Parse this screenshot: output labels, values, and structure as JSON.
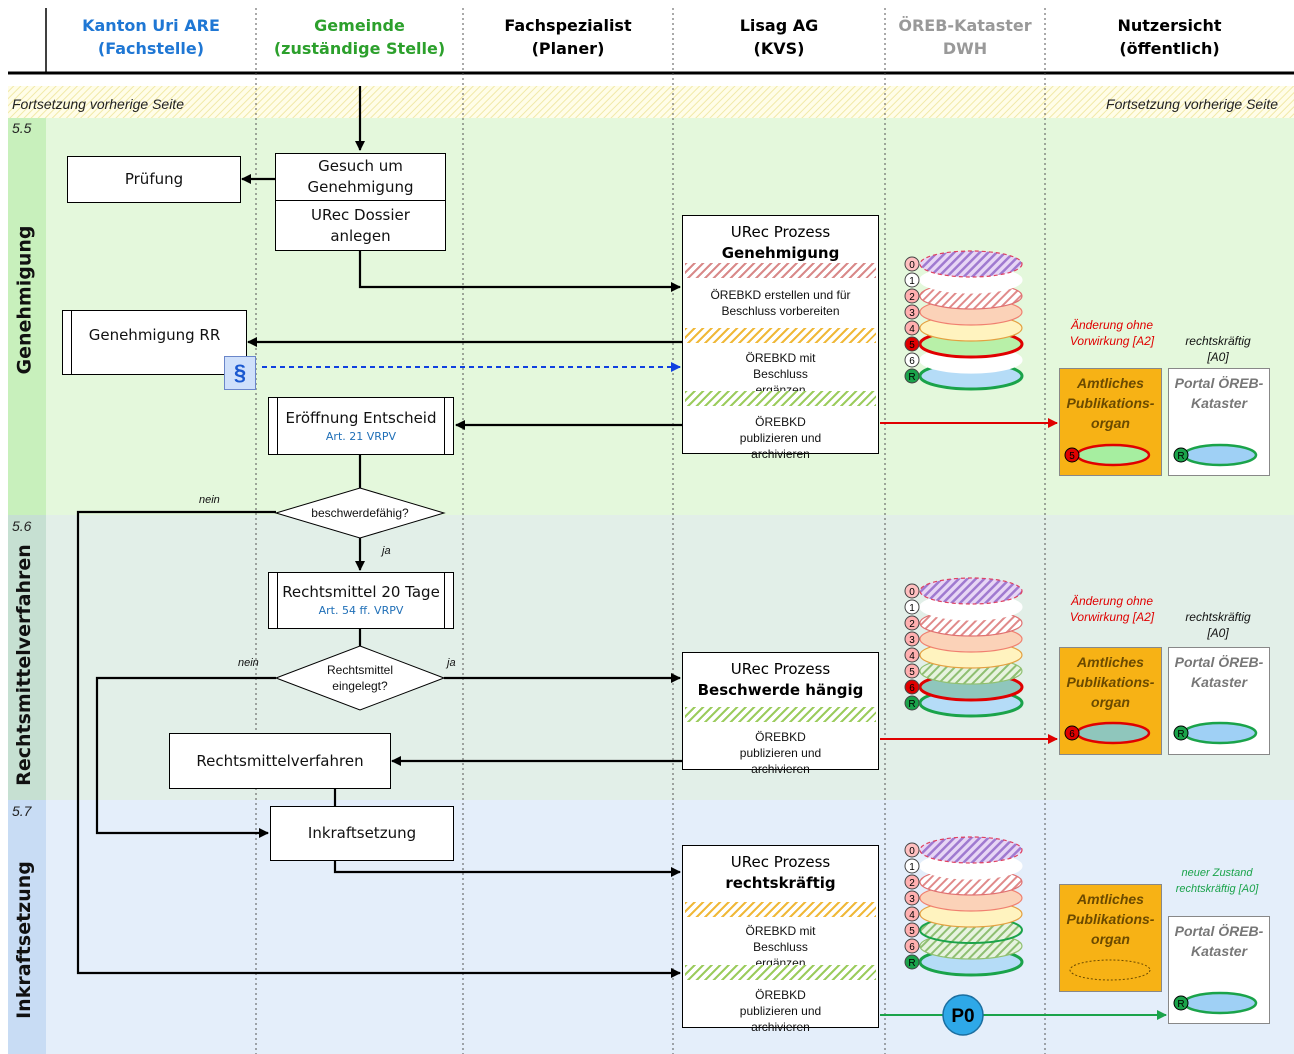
{
  "lanes": [
    {
      "line1": "Kanton Uri ARE",
      "line2": "(Fachstelle)",
      "color": "#1f77d4"
    },
    {
      "line1": "Gemeinde",
      "line2": "(zuständige Stelle)",
      "color": "#2ca02c"
    },
    {
      "line1": "Fachspezialist",
      "line2": "(Planer)",
      "color": "#111111"
    },
    {
      "line1": "Lisag AG",
      "line2": "(KVS)",
      "color": "#111111"
    },
    {
      "line1": "ÖREB-Kataster",
      "line2": "DWH",
      "color": "#999999"
    },
    {
      "line1": "Nutzersicht",
      "line2": "(öffentlich)",
      "color": "#111111"
    }
  ],
  "continuation": {
    "left": "Fortsetzung vorherige Seite",
    "right": "Fortsetzung vorherige Seite"
  },
  "sections": [
    {
      "num": "5.5",
      "name": "Genehmigung",
      "color": "#e4f8dc"
    },
    {
      "num": "5.6",
      "name": "Rechtsmittelverfahren",
      "color": "#e2efe8"
    },
    {
      "num": "5.7",
      "name": "Inkraftsetzung",
      "color": "#e4eefa"
    }
  ],
  "boxes": {
    "pruefung": "Prüfung",
    "gesuch": "Gesuch um Genehmigung",
    "dossier": "URec Dossier anlegen",
    "genehmigung_rr": "Genehmigung RR",
    "eroeffnung": "Eröffnung Entscheid",
    "eroeffnung_ref": "Art. 21 VRPV",
    "rechtsmittel20": "Rechtsmittel 20 Tage",
    "rechtsmittel20_ref": "Art. 54 ff. VRPV",
    "rechtsmittelverfahren": "Rechtsmittelverfahren",
    "inkraftsetzung": "Inkraftsetzung"
  },
  "decisions": {
    "beschwerde": "beschwerdefähig?",
    "rechtsmittel_eingelegt": "Rechtsmittel eingelegt?",
    "nein": "nein",
    "ja": "ja"
  },
  "section_icon": "§",
  "processes": [
    {
      "title": "URec Prozess",
      "bold": "Genehmigung",
      "steps": [
        "ÖREBKD erstellen und für Beschluss vorbereiten",
        "ÖREBKD mit Beschluss ergänzen",
        "ÖREBKD publizieren und archivieren"
      ]
    },
    {
      "title": "URec Prozess",
      "bold": "Beschwerde hängig",
      "steps": [
        "ÖREBKD publizieren und archivieren"
      ]
    },
    {
      "title": "URec Prozess",
      "bold": "rechtskräftig",
      "steps": [
        "ÖREBKD mit Beschluss ergänzen",
        "ÖREBKD publizieren und archivieren"
      ]
    }
  ],
  "stack_labels": [
    "0",
    "1",
    "2",
    "3",
    "4",
    "5",
    "6",
    "R"
  ],
  "user_view": {
    "aenderung": "Änderung ohne Vorwirkung [A2]",
    "rechtskraeftig": "rechtskräftig [A0]",
    "neuer_zustand": "neuer Zustand rechtskräftig [A0]",
    "amtliches": "Amtliches Publikations-organ",
    "portal": "Portal ÖREB-Kataster",
    "badge_5": "5",
    "badge_6": "6",
    "badge_R": "R"
  },
  "p0": "P0"
}
